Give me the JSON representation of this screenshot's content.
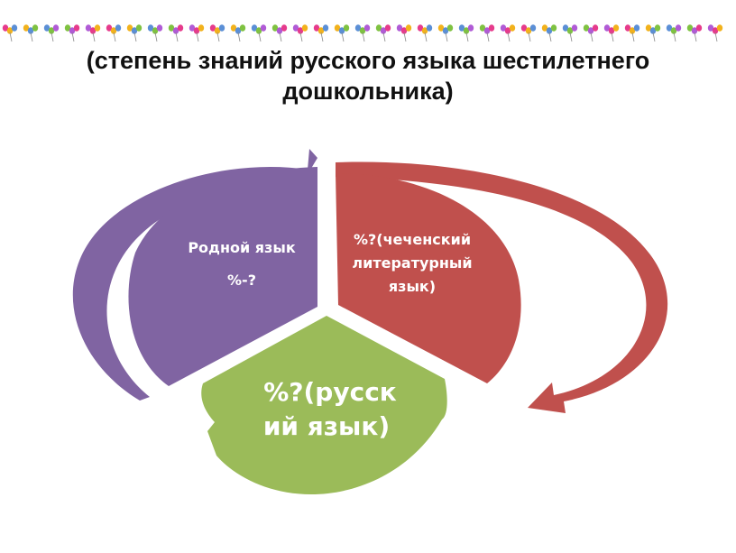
{
  "title": {
    "line1": "(степень знаний русского языка шестилетнего",
    "line2": "дошкольника)"
  },
  "segments": {
    "native": {
      "line1": "Родной язык",
      "line2": "%-?",
      "color": "#8064a2"
    },
    "chechen": {
      "line1": "%?(чеченский",
      "line2": "литературный",
      "line3": "язык)",
      "color": "#c0504d"
    },
    "russian": {
      "line1": "%?(русск",
      "line2": "ий язык)",
      "color": "#9bbb59"
    }
  },
  "colors": {
    "purple": "#8064a2",
    "red": "#c0504d",
    "green": "#9bbb59"
  }
}
